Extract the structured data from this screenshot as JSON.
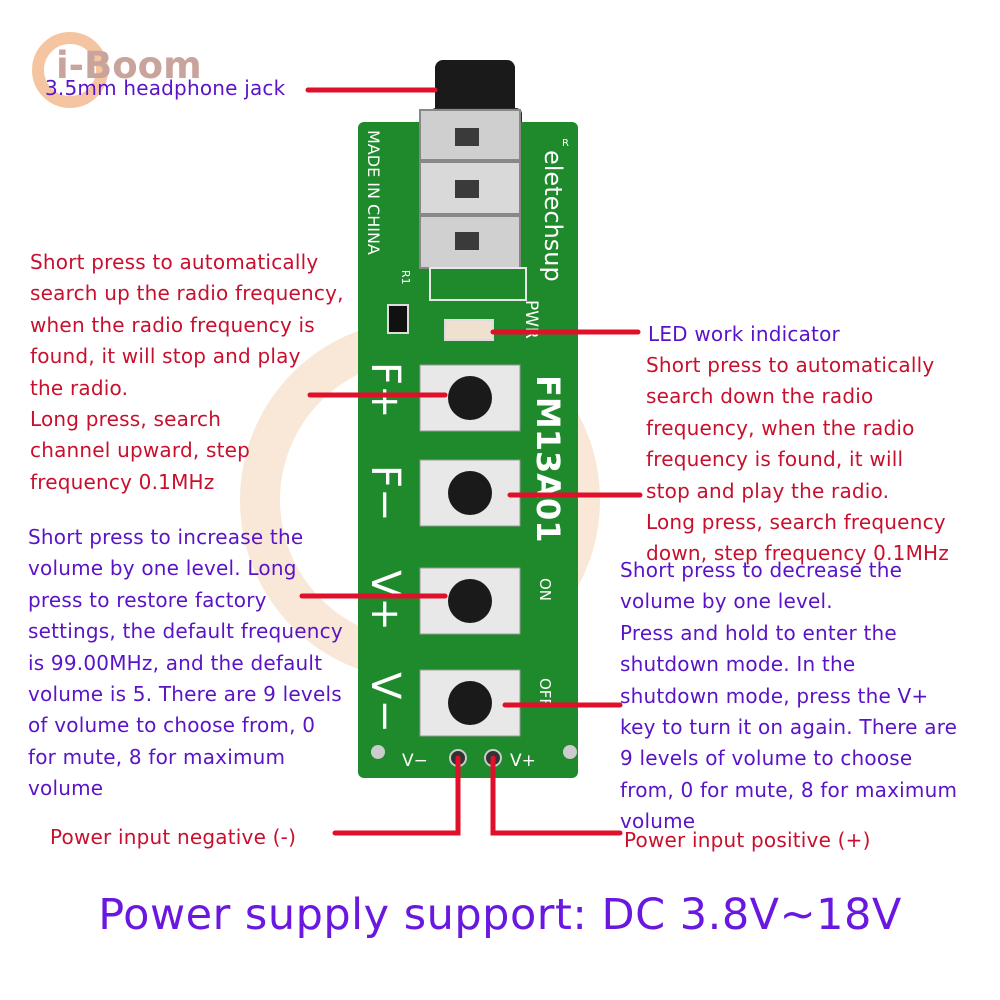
{
  "brand": {
    "logo_text": "i-Boom"
  },
  "board": {
    "maker": "eletechsup",
    "origin": "MADE IN CHINA",
    "model": "FM13A01",
    "pwr": "PWR",
    "r1": "R1",
    "registered": "R",
    "keys": {
      "f_plus": "F+",
      "f_minus": "F−",
      "v_plus": "V+",
      "v_minus": "V−"
    },
    "on": "ON",
    "off": "OFF",
    "pin_neg": "V−",
    "pin_pos": "V+"
  },
  "labels": {
    "headphone_jack": "3.5mm headphone jack",
    "f_plus_desc": "Short press to automatically\nsearch up the radio frequency,\nwhen the radio frequency is\nfound, it will stop and play\nthe radio.\nLong press, search\nchannel upward, step\nfrequency 0.1MHz",
    "led": "LED work indicator",
    "f_minus_desc": "Short press to automatically\nsearch down the radio\nfrequency, when the radio\nfrequency is found, it will\nstop and play the radio.\nLong press, search frequency\ndown, step frequency 0.1MHz",
    "v_plus_desc": "Short press to increase the\nvolume by one level. Long\npress to restore factory\nsettings, the default frequency\nis 99.00MHz, and the default\nvolume is 5. There are 9 levels\nof volume to choose from, 0\nfor mute, 8 for maximum\nvolume",
    "v_minus_desc": "Short press to decrease the\nvolume by one level.\nPress and hold to enter the\nshutdown mode. In the\nshutdown mode, press the V+\nkey to turn it on again. There are\n9 levels of volume to choose\nfrom, 0 for mute, 8 for maximum\nvolume",
    "power_neg": "Power input negative (-)",
    "power_pos": "Power input positive (+)"
  },
  "footer": {
    "power_supply": "Power supply support: DC 3.8V~18V"
  },
  "colors": {
    "pcb": "#1f8a2c",
    "pcb_dark": "#166b21",
    "leader": "#e0102a",
    "red_text": "#c8102e",
    "violet_text": "#5a13c7",
    "footer_text": "#6a17e0"
  }
}
